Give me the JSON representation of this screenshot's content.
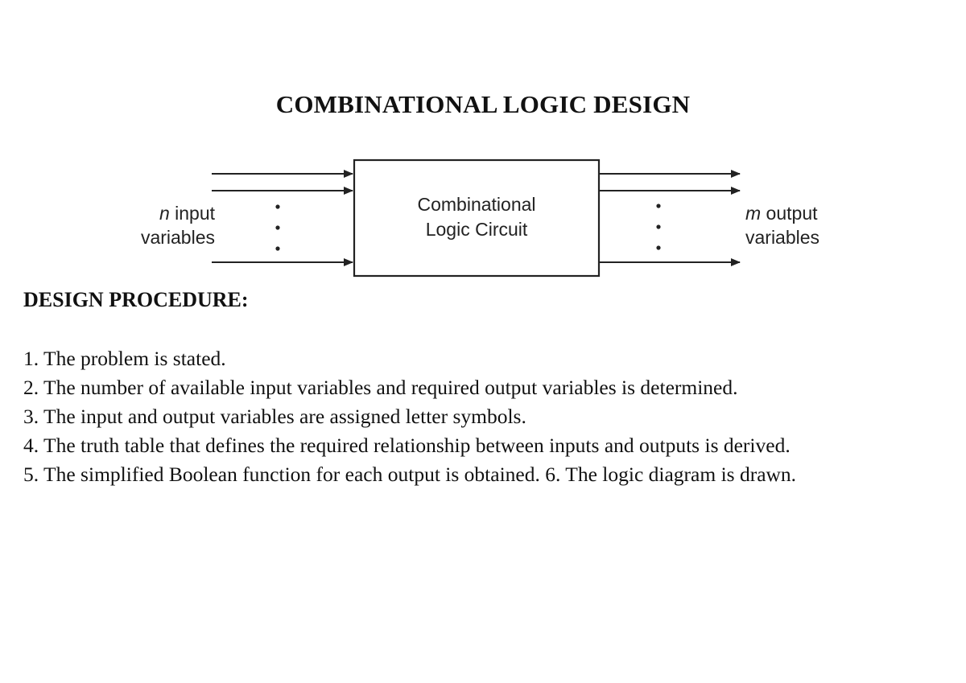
{
  "page": {
    "title": "COMBINATIONAL LOGIC DESIGN"
  },
  "diagram": {
    "input_label": {
      "var": "n",
      "line1_rest": " input",
      "line2": "variables"
    },
    "block_label": {
      "line1": "Combinational",
      "line2": "Logic Circuit"
    },
    "output_label": {
      "var": "m",
      "line1_rest": " output",
      "line2": "variables"
    },
    "colors": {
      "stroke": "#222222",
      "text": "#222222"
    }
  },
  "procedure": {
    "heading": "DESIGN PROCEDURE:",
    "steps": [
      "1. The problem is stated.",
      "2. The number of available input variables and required output variables is determined.",
      "3. The input and output variables are assigned letter symbols.",
      "4. The truth table that defines the required relationship between inputs and outputs is derived.",
      "5. The simplified Boolean function for each output is obtained. 6. The logic diagram is drawn."
    ]
  }
}
